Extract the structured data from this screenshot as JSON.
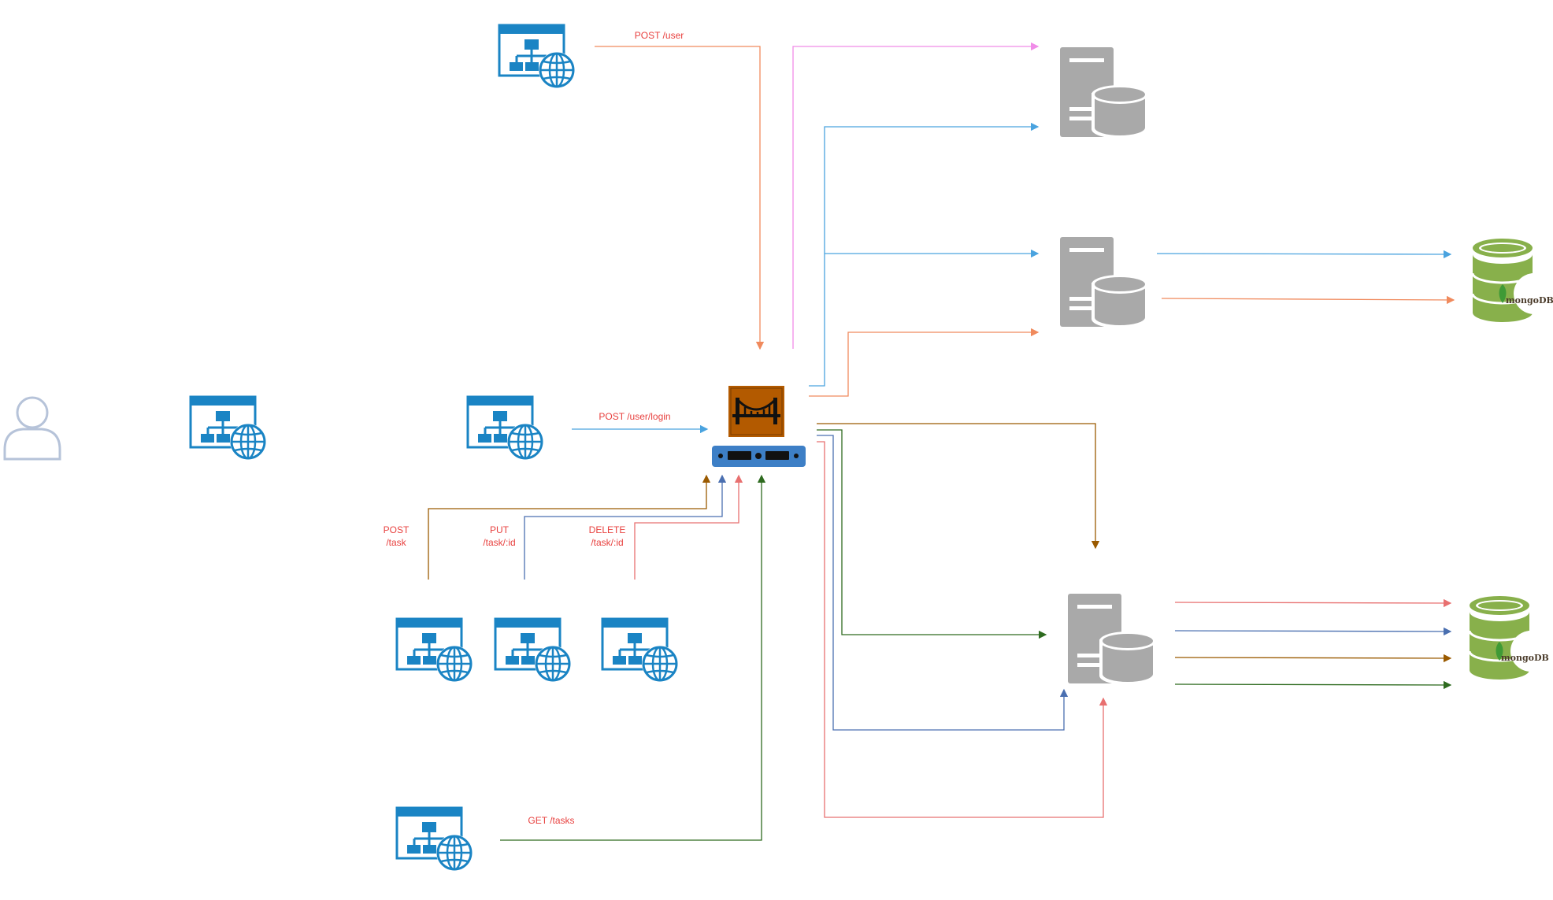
{
  "diagram": {
    "user": {
      "icon": "user-icon"
    },
    "clients": [
      {
        "id": "client-login-page",
        "icon": "web-app-icon"
      },
      {
        "id": "client-post-user",
        "icon": "web-app-icon"
      },
      {
        "id": "client-post-user-login",
        "icon": "web-app-icon"
      },
      {
        "id": "client-post-task",
        "icon": "web-app-icon"
      },
      {
        "id": "client-put-task",
        "icon": "web-app-icon"
      },
      {
        "id": "client-delete-task",
        "icon": "web-app-icon"
      },
      {
        "id": "client-get-tasks",
        "icon": "web-app-icon"
      }
    ],
    "gateway": {
      "icon": "api-gateway-bridge-icon"
    },
    "servers": [
      {
        "id": "server-top",
        "icon": "database-server-icon"
      },
      {
        "id": "server-user",
        "icon": "database-server-icon"
      },
      {
        "id": "server-task",
        "icon": "database-server-icon"
      }
    ],
    "databases": [
      {
        "id": "mongodb-users",
        "label": "mongoDB",
        "icon": "mongodb-icon"
      },
      {
        "id": "mongodb-tasks",
        "label": "mongoDB",
        "icon": "mongodb-icon"
      }
    ],
    "edge_labels": {
      "post_user": "POST /user",
      "post_user_login": "POST /user/login",
      "post_task_1": "POST",
      "post_task_2": "/task",
      "put_task_1": "PUT",
      "put_task_2": "/task/:id",
      "delete_task_1": "DELETE",
      "delete_task_2": "/task/:id",
      "get_tasks": "GET /tasks"
    },
    "colors": {
      "orange": "#f08a5d",
      "blue": "#4aa3df",
      "pink": "#f08ce8",
      "brown": "#9a5a00",
      "navy": "#4a6fb0",
      "red": "#e87070",
      "green": "#2e6b1f",
      "label_red": "#e8413f",
      "client_blue": "#1a84c4",
      "server_gray": "#a9a9a9",
      "mongo_green": "#88b04b",
      "gateway_brown": "#b35a00",
      "gateway_blue": "#3d7fc6"
    }
  }
}
